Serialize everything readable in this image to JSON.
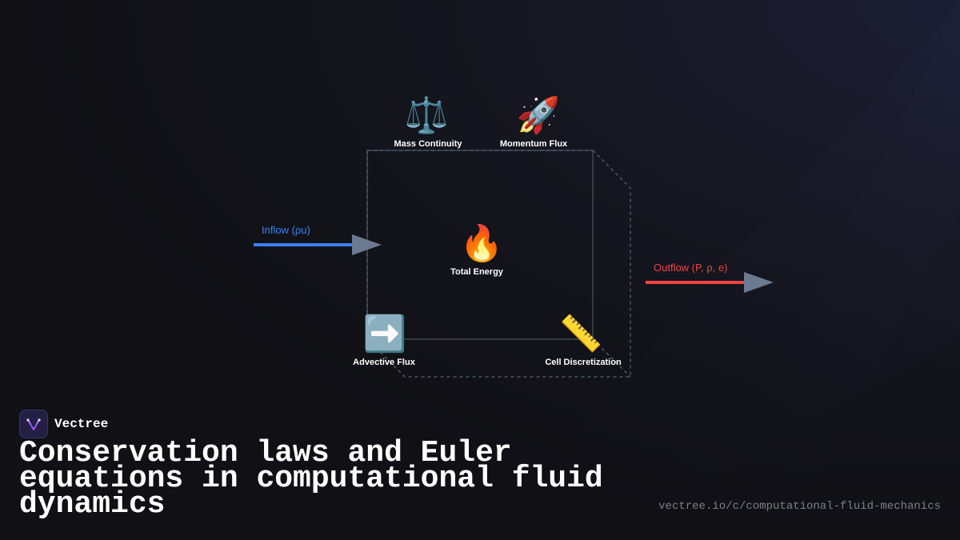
{
  "diagram": {
    "nodes": [
      {
        "id": "mass",
        "label": "Mass Continuity",
        "icon": "balance-scale-icon",
        "glyph": "⚖️"
      },
      {
        "id": "momentum",
        "label": "Momentum Flux",
        "icon": "rocket-icon",
        "glyph": "🚀"
      },
      {
        "id": "energy",
        "label": "Total Energy",
        "icon": "fire-icon",
        "glyph": "🔥"
      },
      {
        "id": "advective",
        "label": "Advective Flux",
        "icon": "right-arrow-icon",
        "glyph": "➡️"
      },
      {
        "id": "cell",
        "label": "Cell Discretization",
        "icon": "ruler-icon",
        "glyph": "📏"
      }
    ],
    "inflow": {
      "label": "Inflow (ρu)",
      "color": "#3b82f6"
    },
    "outflow": {
      "label": "Outflow (P, ρ, e)",
      "color": "#ef4444"
    },
    "arrowhead_color": "#6b7a90",
    "box_color": "#3a4352"
  },
  "brand": {
    "name": "Vectree",
    "logo_icon": "vectree-logo-icon",
    "accent": "#9b5cf6"
  },
  "title": "Conservation laws and Euler equations in computational fluid dynamics",
  "url": "vectree.io/c/computational-fluid-mechanics"
}
